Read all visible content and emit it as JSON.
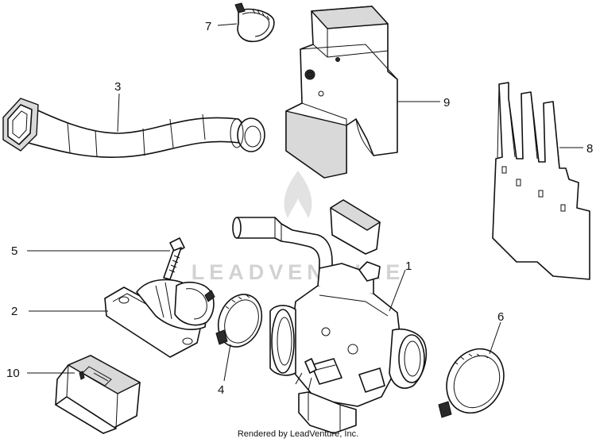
{
  "watermark": {
    "text": "LEADVENTURE"
  },
  "callouts": {
    "c1": "1",
    "c2": "2",
    "c3": "3",
    "c4": "4",
    "c5": "5",
    "c6": "6",
    "c7": "7",
    "c8": "8",
    "c9": "9",
    "c10": "10"
  },
  "footer": {
    "credit": "Rendered by LeadVenture, Inc."
  }
}
